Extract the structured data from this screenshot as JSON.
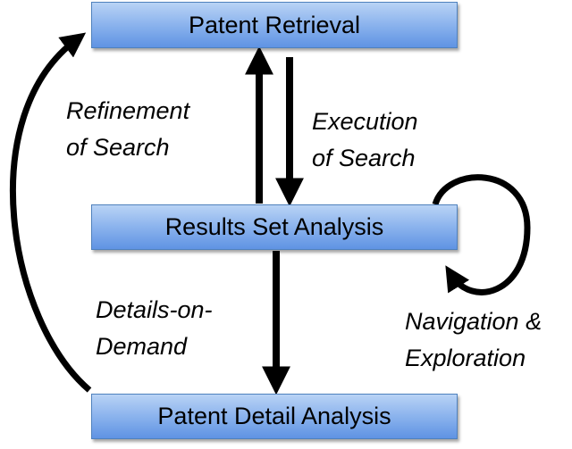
{
  "boxes": {
    "retrieval": "Patent Retrieval",
    "results": "Results Set Analysis",
    "detail": "Patent Detail Analysis"
  },
  "edges": {
    "refinement": {
      "line1": "Refinement",
      "line2": "of Search"
    },
    "execution": {
      "line1": "Execution",
      "line2": "of Search"
    },
    "details": {
      "line1": "Details-on-",
      "line2": "Demand"
    },
    "navigation": {
      "line1": "Navigation &",
      "line2": "Exploration"
    }
  },
  "colors": {
    "box_top": "#b9d3f5",
    "box_bottom": "#5f93e3",
    "box_border": "#4f81bd",
    "arrow": "#000000"
  }
}
